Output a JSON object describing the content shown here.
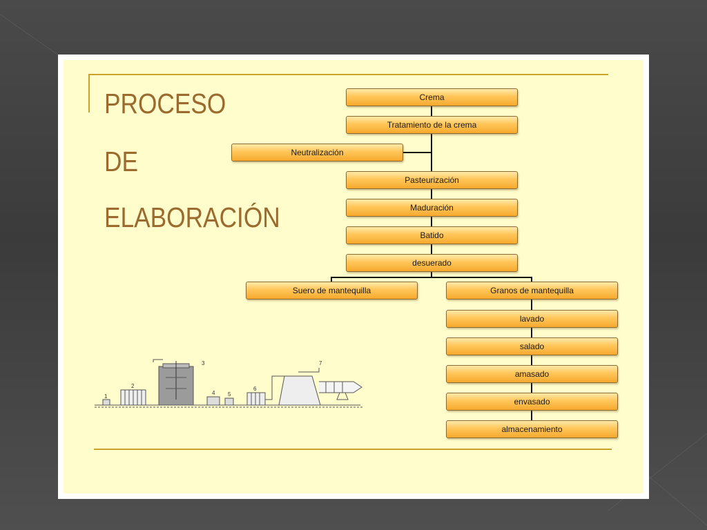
{
  "title": {
    "line1": "PROCESO",
    "line2": "DE",
    "line3": "ELABORACIÓN"
  },
  "flow": {
    "crema": "Crema",
    "tratamiento": "Tratamiento de la crema",
    "neutralizacion": "Neutralización",
    "pasteurizacion": "Pasteurización",
    "maduracion": "Maduración",
    "batido": "Batido",
    "desuerado": "desuerado",
    "suero": "Suero de mantequilla",
    "granos": "Granos de mantequilla",
    "lavado": "lavado",
    "salado": "salado",
    "amasado": "amasado",
    "envasado": "envasado",
    "almacenamiento": "almacenamiento"
  },
  "machine_labels": [
    "1",
    "2",
    "3",
    "4",
    "5",
    "6",
    "7"
  ],
  "colors": {
    "background": "#444444",
    "panel": "#fffdcc",
    "title": "#9b6a2e",
    "accent_rule": "#c9a227",
    "box_top": "#ffe9a8",
    "box_bottom": "#f7a92d"
  }
}
